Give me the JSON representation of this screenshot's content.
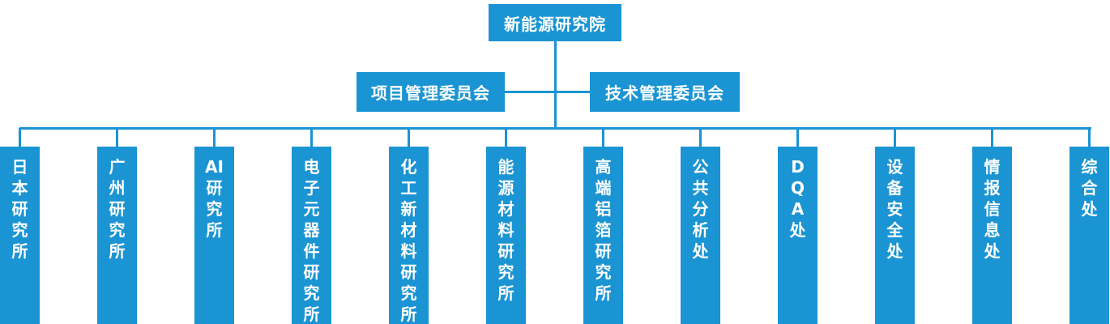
{
  "colors": {
    "accent": "#1B94D3",
    "text_on_accent": "#FFFFFF",
    "background": "#FFFFFF"
  },
  "root": {
    "label": "新能源研究院"
  },
  "committees": [
    {
      "label": "项目管理委员会"
    },
    {
      "label": "技术管理委员会"
    }
  ],
  "departments": [
    {
      "label": "日\n本\n研\n究\n所"
    },
    {
      "label": "广\n州\n研\n究\n所"
    },
    {
      "label": "AI\n研\n究\n所"
    },
    {
      "label": "电\n子\n元\n器\n件\n研\n究\n所"
    },
    {
      "label": "化\n工\n新\n材\n料\n研\n究\n所"
    },
    {
      "label": "能\n源\n材\n料\n研\n究\n所"
    },
    {
      "label": "高\n端\n铝\n箔\n研\n究\n所"
    },
    {
      "label": "公\n共\n分\n析\n处"
    },
    {
      "label": "D\nQ\nA\n处"
    },
    {
      "label": "设\n备\n安\n全\n处"
    },
    {
      "label": "情\n报\n信\n息\n处"
    },
    {
      "label": "综\n合\n处"
    }
  ]
}
